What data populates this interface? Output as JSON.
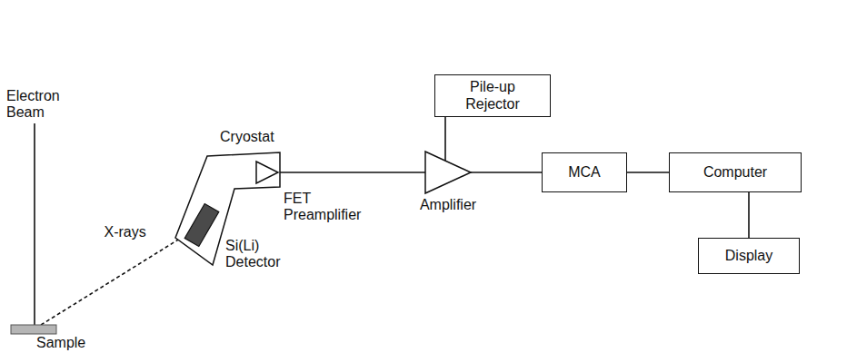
{
  "diagram": {
    "nodes": [
      {
        "text": [
          "Cryostat"
        ]
      },
      {
        "text": [
          "Si(Li) Detector"
        ],
        "in": 0
      },
      {
        "text": [
          "FET Preamplifier"
        ],
        "in": 0
      },
      {
        "text": [
          "Pile-up Rejector"
        ]
      },
      {
        "text": [
          "Amplifier"
        ]
      },
      {
        "text": [
          "MCA"
        ]
      },
      {
        "text": [
          "Computer"
        ]
      },
      {
        "text": [
          "Display"
        ]
      },
      {
        "text": [
          "Sample"
        ]
      }
    ],
    "edges": [
      {
        "from": 8,
        "to": 1,
        "label": "X-rays",
        "arrow": "none"
      },
      {
        "from": 2,
        "to": 4,
        "arrow": "none"
      },
      {
        "from": 3,
        "to": 4,
        "arrow": "none"
      },
      {
        "from": 4,
        "to": 5,
        "arrow": "none"
      },
      {
        "from": 5,
        "to": 6,
        "arrow": "none"
      },
      {
        "from": 6,
        "to": 7,
        "arrow": "none"
      }
    ],
    "labels": [
      "Electron Beam"
    ]
  }
}
